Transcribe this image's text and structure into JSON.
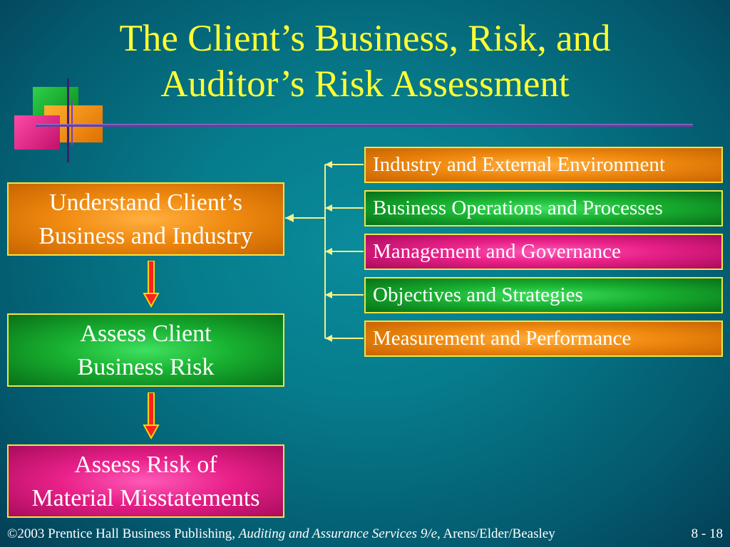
{
  "title": {
    "line1": "The Client’s Business, Risk, and",
    "line2": "Auditor’s Risk Assessment"
  },
  "main_steps": [
    {
      "line1": "Understand Client’s",
      "line2": "Business and Industry"
    },
    {
      "line1": "Assess Client",
      "line2": "Business Risk"
    },
    {
      "line1": "Assess Risk of",
      "line2": "Material Misstatements"
    }
  ],
  "factors": [
    "Industry and External Environment",
    "Business Operations and Processes",
    "Management and Governance",
    "Objectives and Strategies",
    "Measurement and Performance"
  ],
  "footer": {
    "copyright": "©2003 Prentice Hall Business Publishing, ",
    "book": "Auditing and Assurance Services 9/e",
    "authors": ", Arens/Elder/Beasley",
    "page": "8 - 18"
  },
  "colors": {
    "title": "#ffff33",
    "box_border": "#f0e640",
    "orange": "#f08a10",
    "green": "#18b030",
    "pink": "#e82088"
  }
}
